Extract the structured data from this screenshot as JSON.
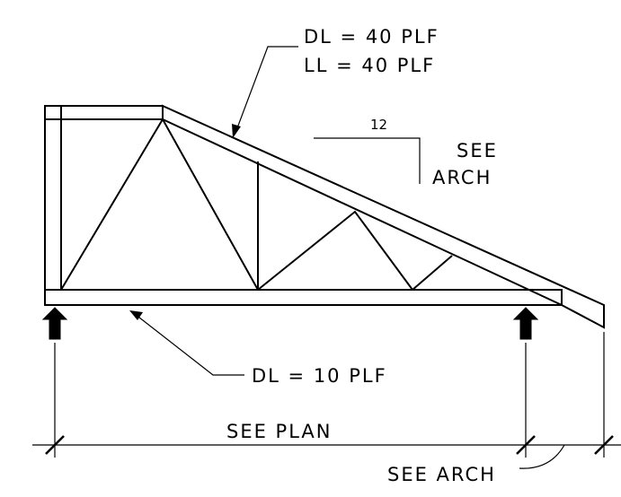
{
  "annotations": {
    "top_chord_load_dl": "DL = 40 PLF",
    "top_chord_load_ll": "LL = 40 PLF",
    "bottom_chord_load_dl": "DL = 10 PLF",
    "slope_rise": "12",
    "slope_note_line1": "SEE",
    "slope_note_line2": "ARCH",
    "span_dimension": "SEE PLAN",
    "overhang_note": "SEE ARCH"
  }
}
